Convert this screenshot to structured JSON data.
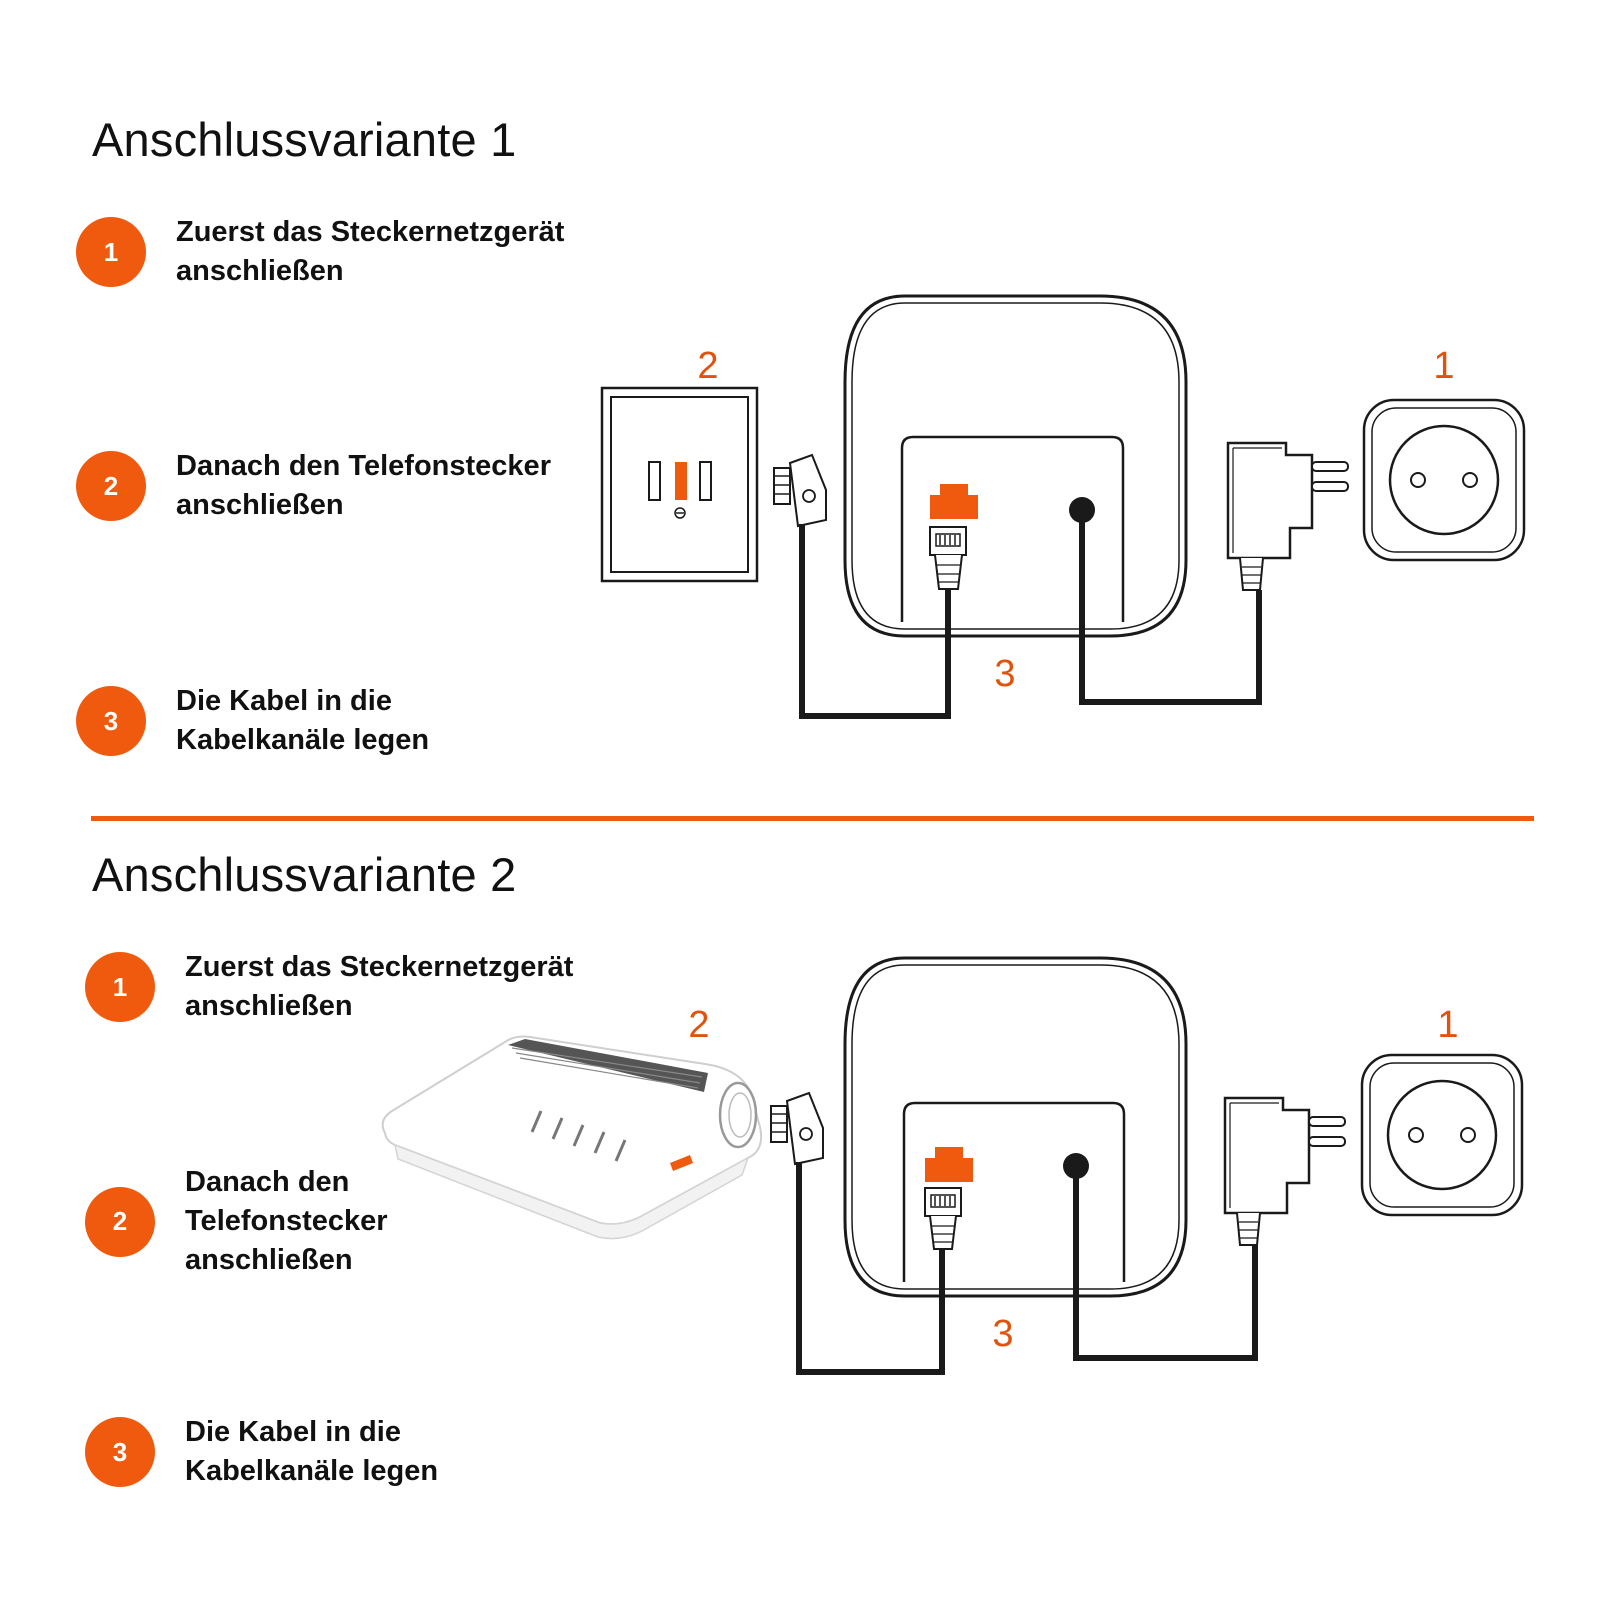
{
  "section1": {
    "title": "Anschlussvariante 1",
    "steps": [
      {
        "number": "1",
        "line1": "Zuerst das Steckernetzgerät",
        "line2": "anschließen",
        "line3": ""
      },
      {
        "number": "2",
        "line1": "Danach den Telefonstecker",
        "line2": "anschließen",
        "line3": ""
      },
      {
        "number": "3",
        "line1": "Die Kabel in die",
        "line2": "Kabelkanäle legen",
        "line3": ""
      }
    ],
    "diagram_labels": {
      "wall_socket": "2",
      "power_outlet": "1",
      "cables": "3"
    }
  },
  "section2": {
    "title": "Anschlussvariante 2",
    "steps": [
      {
        "number": "1",
        "line1": "Zuerst das Steckernetzgerät",
        "line2": "anschließen",
        "line3": ""
      },
      {
        "number": "2",
        "line1": "Danach den",
        "line2": "Telefonstecker",
        "line3": "anschließen"
      },
      {
        "number": "3",
        "line1": "Die Kabel in die",
        "line2": "Kabelkanäle legen",
        "line3": ""
      }
    ],
    "diagram_labels": {
      "router": "2",
      "power_outlet": "1",
      "cables": "3"
    }
  },
  "colors": {
    "accent": "#f05a0f",
    "line": "#1a1a1a"
  }
}
